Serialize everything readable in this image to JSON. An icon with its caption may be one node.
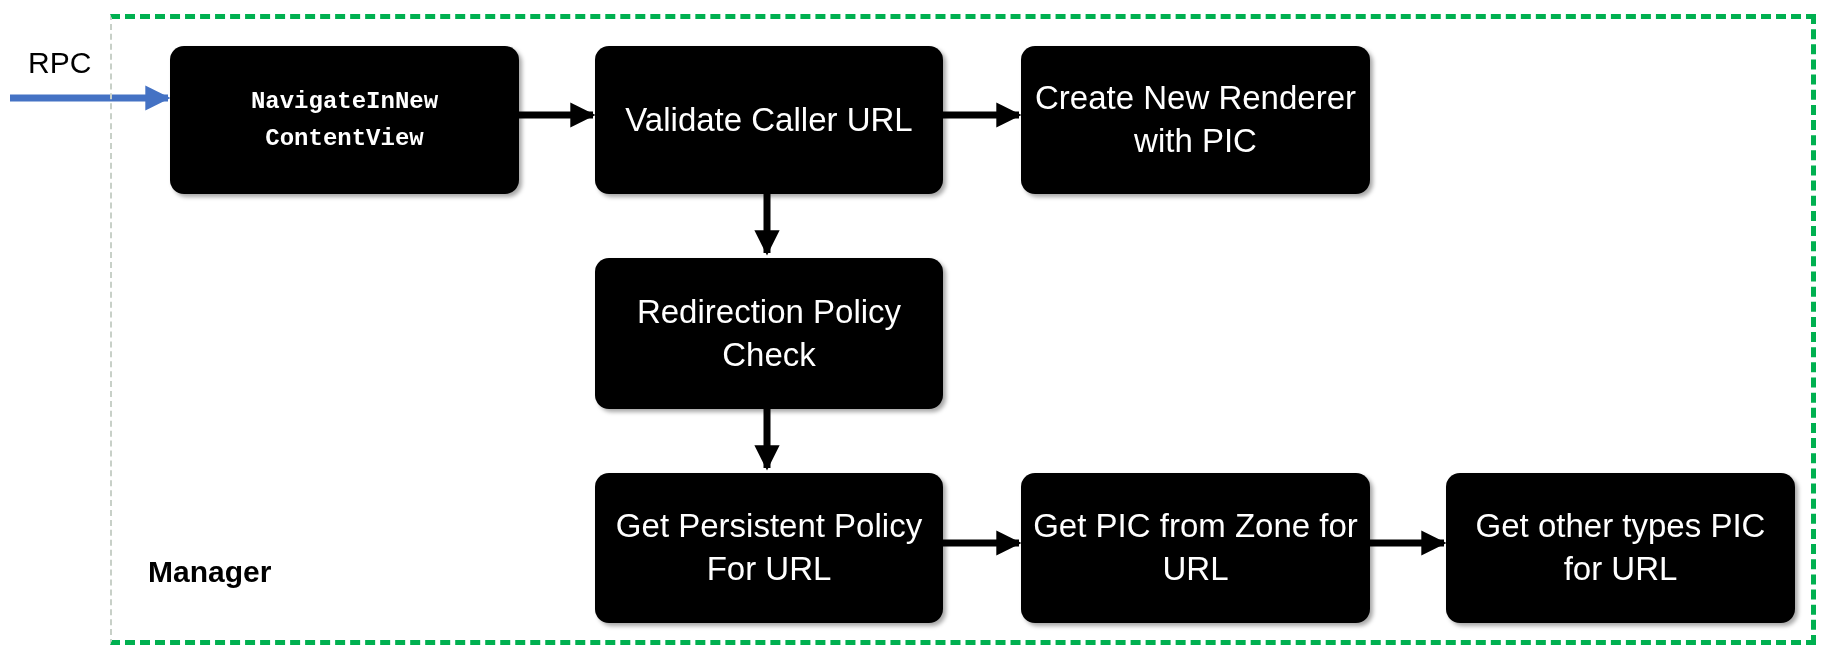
{
  "diagram": {
    "nodes": [
      {
        "text": [
          "Manager"
        ]
      },
      {
        "text": [
          "NavigateInNew ContentView"
        ],
        "in": 0
      },
      {
        "text": [
          "Validate Caller URL"
        ],
        "in": 0
      },
      {
        "text": [
          "Create New Renderer with PIC"
        ],
        "in": 0
      },
      {
        "text": [
          "Redirection Policy Check"
        ],
        "in": 0
      },
      {
        "text": [
          "Get Persistent Policy For URL"
        ],
        "in": 0
      },
      {
        "text": [
          "Get PIC from Zone for URL"
        ],
        "in": 0
      },
      {
        "text": [
          "Get other types PIC for URL"
        ],
        "in": 0
      }
    ],
    "edges": [
      {
        "from": null,
        "to": 1,
        "arrow": "to",
        "label": "RPC",
        "color": "#4472c4"
      },
      {
        "from": 1,
        "to": 2,
        "arrow": "to"
      },
      {
        "from": 2,
        "to": 3,
        "arrow": "to"
      },
      {
        "from": 2,
        "to": 4,
        "arrow": "to"
      },
      {
        "from": 4,
        "to": 5,
        "arrow": "to"
      },
      {
        "from": 5,
        "to": 6,
        "arrow": "to"
      },
      {
        "from": 6,
        "to": 7,
        "arrow": "to"
      }
    ]
  }
}
